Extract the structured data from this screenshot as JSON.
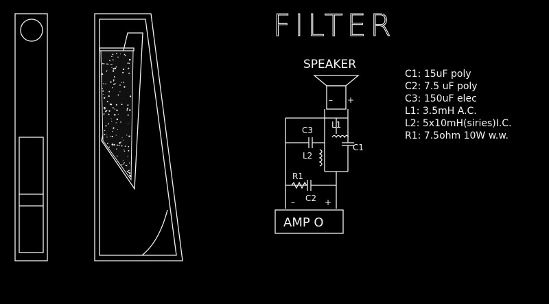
{
  "title": "FILTER",
  "speaker_label": "SPEAKER",
  "amp_label": "AMP O",
  "components": {
    "c1": "C1",
    "c2": "C2",
    "c3": "C3",
    "l1": "L1",
    "l2": "L2",
    "r1": "R1",
    "minus": "–",
    "plus": "+"
  },
  "parts_list": [
    "C1: 15uF poly",
    "C2: 7.5 uF poly",
    "C3: 150uF elec",
    "L1: 3.5mH A.C.",
    "L2: 5x10mH(siries)I.C.",
    "R1: 7.5ohm 10W w.w."
  ]
}
